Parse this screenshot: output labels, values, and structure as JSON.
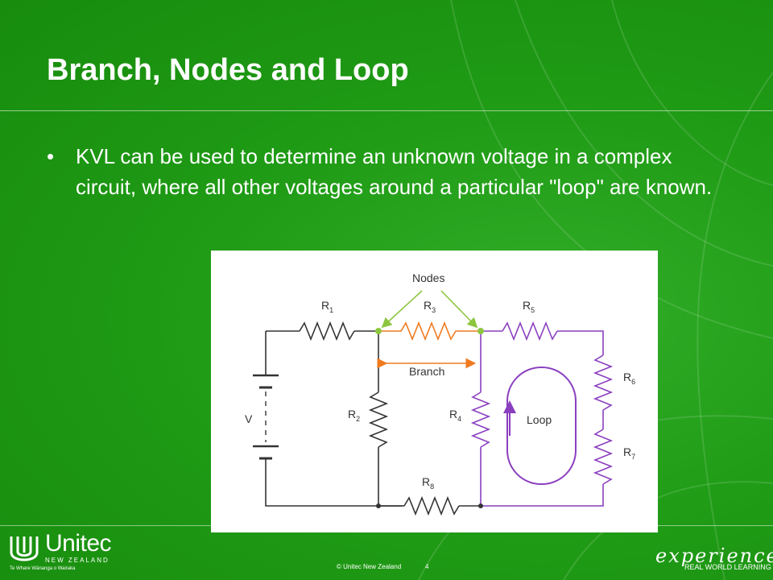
{
  "slide": {
    "title": "Branch, Nodes and Loop",
    "bullet": {
      "marker": "•",
      "text": "KVL can be used to determine an unknown voltage in a complex circuit, where all other voltages around a particular \"loop\" are known."
    }
  },
  "diagram": {
    "labels": {
      "nodes": "Nodes",
      "branch": "Branch",
      "loop": "Loop",
      "source": "V"
    },
    "resistors": [
      {
        "id": "R1",
        "base": "R",
        "sub": "1"
      },
      {
        "id": "R2",
        "base": "R",
        "sub": "2"
      },
      {
        "id": "R3",
        "base": "R",
        "sub": "3"
      },
      {
        "id": "R4",
        "base": "R",
        "sub": "4"
      },
      {
        "id": "R5",
        "base": "R",
        "sub": "5"
      },
      {
        "id": "R6",
        "base": "R",
        "sub": "6"
      },
      {
        "id": "R7",
        "base": "R",
        "sub": "7"
      },
      {
        "id": "R8",
        "base": "R",
        "sub": "8"
      }
    ],
    "colors": {
      "wire": "#333333",
      "branch": "#f07a1e",
      "node_arrow": "#8dc63f",
      "loop": "#8a3fbf",
      "node_dot": "#8dc63f"
    }
  },
  "footer": {
    "logo": {
      "name": "Unitec",
      "subtitle": "NEW ZEALAND",
      "maori": "Te Whare Wānanga o Wairaka",
      "icon": "unitec-logo-icon"
    },
    "copyright": "© Unitec New Zealand",
    "page_number": "4",
    "brand": {
      "word": "experience",
      "tagline": "REAL WORLD LEARNING"
    }
  }
}
